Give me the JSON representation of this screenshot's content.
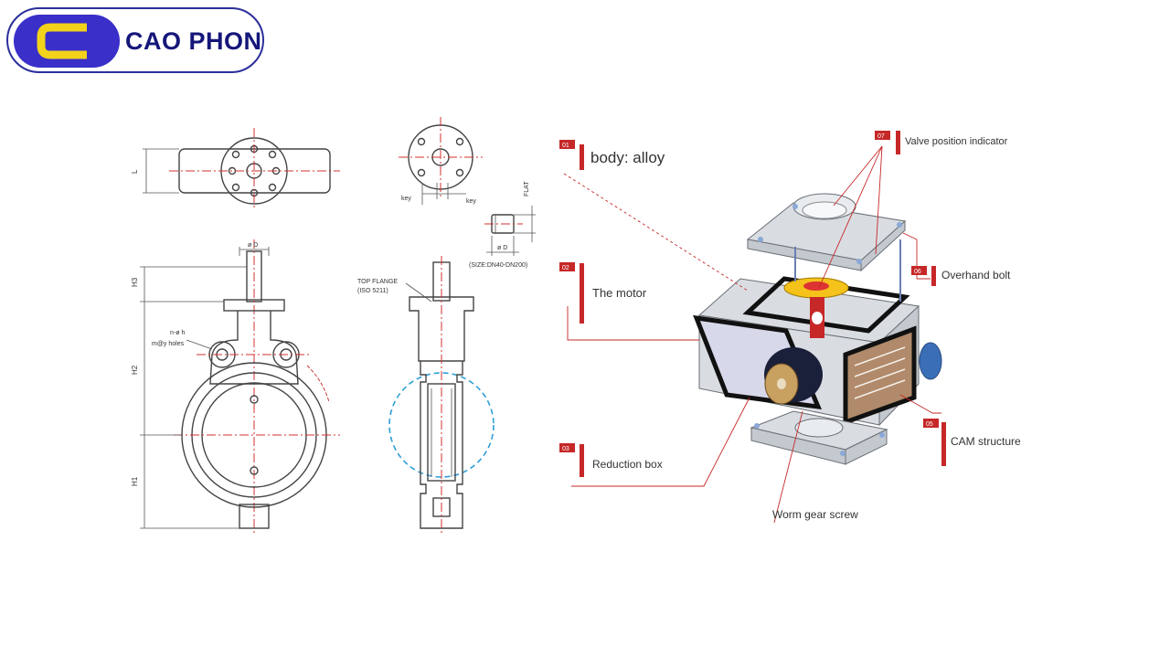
{
  "brand": {
    "name": "CAO PHONG",
    "mark_letter": "C"
  },
  "colors": {
    "brand_blue": "#3a2fc8",
    "brand_yellow": "#f2d21a",
    "callout_red": "#c62828",
    "centerline_red": "#d32f2f",
    "dashed_blue": "#2f9fd6",
    "line_gray": "#444444"
  },
  "drawing_labels": {
    "dim_l": "L",
    "dim_h3": "H3",
    "dim_h2": "H2",
    "dim_h1": "H1",
    "dim_d_top": "ø D",
    "holes_note_1": "n-ø h",
    "holes_note_2": "m@y holes",
    "key_left": "key",
    "key_right": "key",
    "flat": "FLAT",
    "dim_d_small": "ø D",
    "size_note": "(SIZE:DN40-DN200)",
    "top_flange_1": "TOP FLANGE",
    "top_flange_2": "(ISO 5211)"
  },
  "callouts": [
    {
      "id": "body",
      "num": "01",
      "label": "body: alloy"
    },
    {
      "id": "motor",
      "num": "02",
      "label": "The motor"
    },
    {
      "id": "reduction",
      "num": "03",
      "label": "Reduction box"
    },
    {
      "id": "cam",
      "num": "05",
      "label": "CAM structure"
    },
    {
      "id": "bolt",
      "num": "06",
      "label": "Overhand bolt"
    },
    {
      "id": "indicator",
      "num": "07",
      "label": "Valve position indicator"
    },
    {
      "id": "worm",
      "num": "",
      "label": "Worm gear screw"
    }
  ]
}
